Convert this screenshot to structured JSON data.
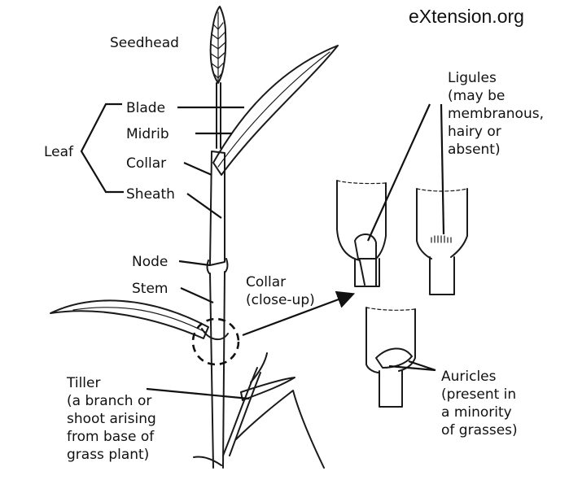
{
  "credit": "eXtension.org",
  "labels": {
    "seedhead": "Seedhead",
    "leaf": "Leaf",
    "blade": "Blade",
    "midrib": "Midrib",
    "collar": "Collar",
    "sheath": "Sheath",
    "node": "Node",
    "stem": "Stem",
    "collar_closeup": [
      "Collar",
      "(close-up)"
    ],
    "ligules": [
      "Ligules",
      "(may be",
      "membranous,",
      "hairy or",
      "absent)"
    ],
    "auricles": [
      "Auricles",
      "(present in",
      "a minority",
      "of grasses)"
    ],
    "tiller": [
      "Tiller",
      "(a branch or",
      "shoot arising",
      "from base of",
      "grass plant)"
    ]
  }
}
